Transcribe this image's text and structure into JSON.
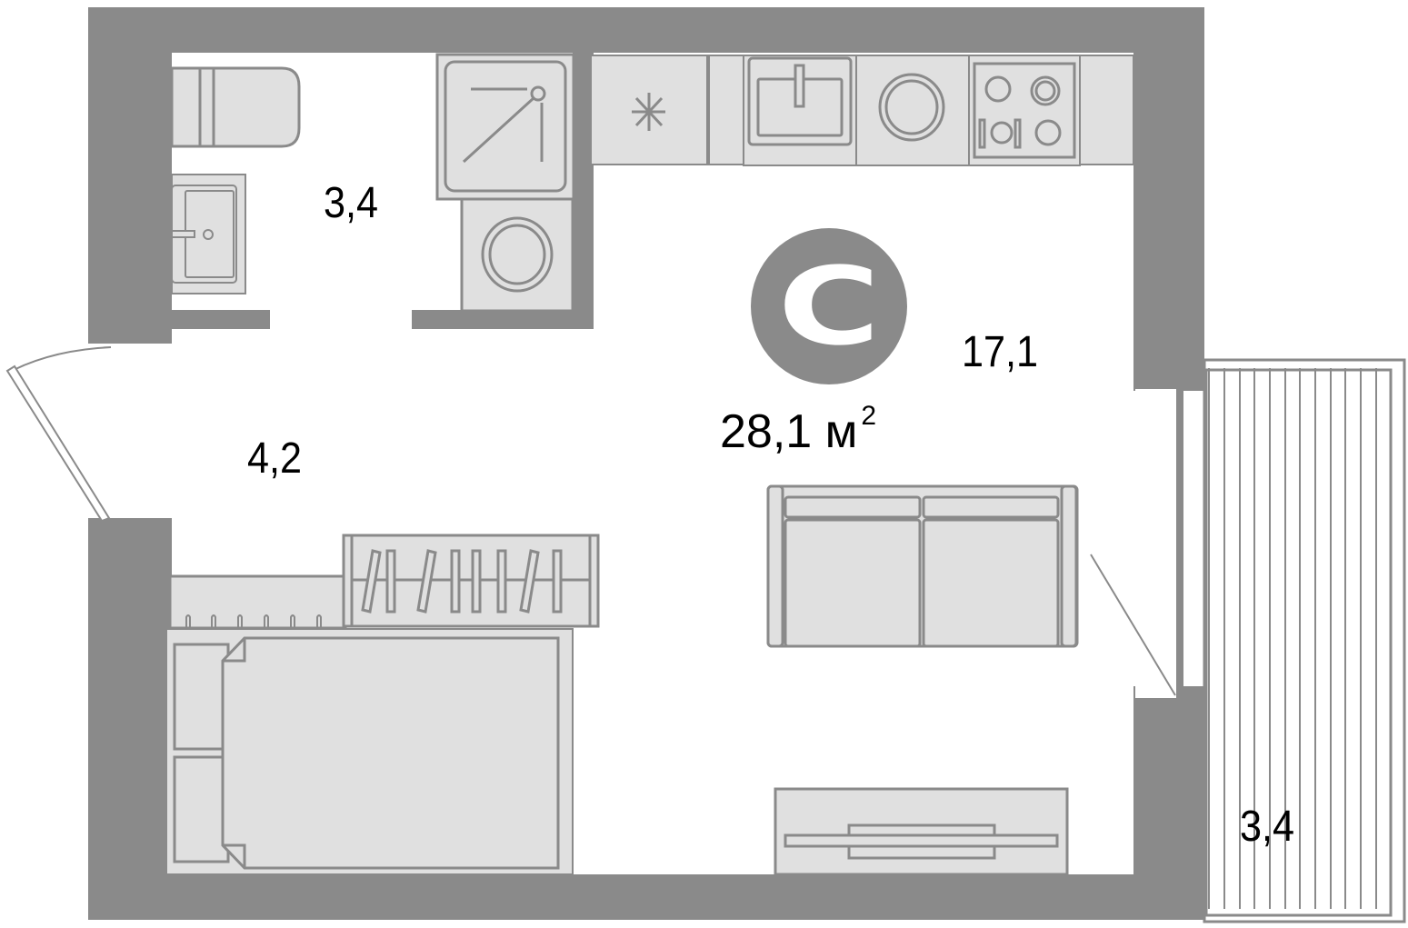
{
  "plan": {
    "type": "studio",
    "type_badge_letter": "С",
    "total_area": "28,1",
    "total_area_unit": "м",
    "total_area_unit_power": "2",
    "rooms": [
      {
        "id": "bathroom",
        "area": "3,4"
      },
      {
        "id": "hallway",
        "area": "4,2"
      },
      {
        "id": "living-room",
        "area": "17,1"
      },
      {
        "id": "balcony",
        "area": "3,4"
      }
    ]
  },
  "colors": {
    "wall": "#8a8a8a",
    "furniture_fill": "#e0e0e0",
    "furniture_stroke": "#8a8a8a",
    "floor": "#ffffff",
    "text": "#000000",
    "badge": "#8a8a8a",
    "badge_text": "#ffffff"
  },
  "icons": {
    "fridge": "snowflake-icon",
    "sink": "kitchen-sink-icon",
    "washer": "washing-machine-icon",
    "stove": "cooktop-icon",
    "shower": "shower-icon",
    "toilet": "toilet-icon",
    "bath_sink": "washbasin-icon"
  }
}
